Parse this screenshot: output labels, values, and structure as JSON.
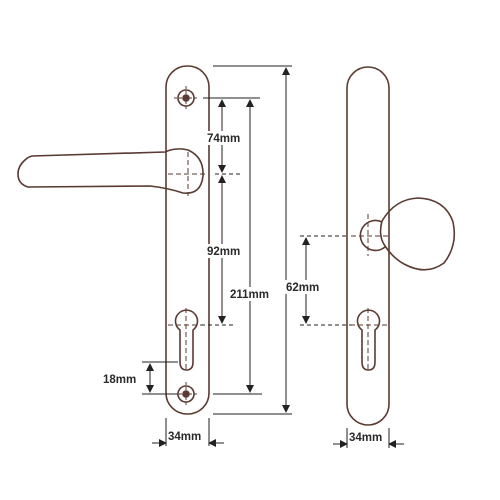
{
  "colors": {
    "stroke": "#5a3a32",
    "dim": "#222222",
    "background": "#ffffff"
  },
  "dimensions": {
    "handle_spindle_to_top_screw": "74mm",
    "spindle_to_cylinder": "92mm",
    "overall_length": "211mm",
    "knob_to_cylinder": "62mm",
    "cylinder_to_bottom_screw": "18mm",
    "left_plate_width": "34mm",
    "right_plate_width": "34mm"
  }
}
